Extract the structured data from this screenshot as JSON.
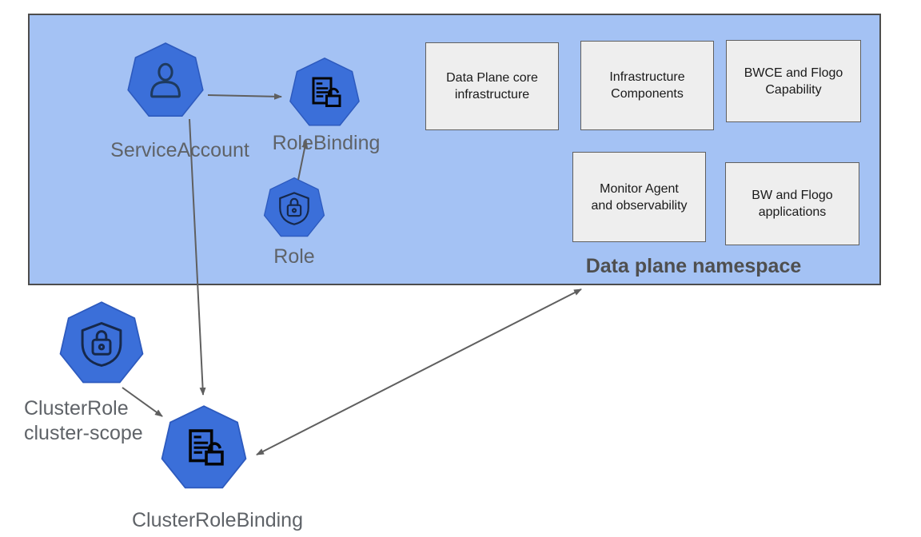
{
  "colors": {
    "namespace_fill": "#a4c2f4",
    "namespace_border": "#4d4d4d",
    "node_fill": "#3b6fd9",
    "node_border": "#2d5abe",
    "box_fill": "#eeeeee",
    "box_border": "#5f5f5f",
    "arrow": "#5f5f5f",
    "label_text": "#5f6368",
    "box_text": "#1a1a1a",
    "title_text": "#4f4f4f",
    "person_icon_stroke": "#1e3a5f",
    "shield_icon_stroke": "#16284a",
    "document_icon_stroke": "#050505"
  },
  "namespace": {
    "title": "Data plane namespace",
    "boxes": [
      {
        "line1": "Data Plane core",
        "line2": "infrastructure"
      },
      {
        "line1": "Infrastructure",
        "line2": "Components"
      },
      {
        "line1": "BWCE and Flogo",
        "line2": "Capability"
      },
      {
        "line1": "Monitor Agent",
        "line2": "and observability"
      },
      {
        "line1": "BW and Flogo",
        "line2": "applications"
      }
    ]
  },
  "nodes": {
    "service_account": {
      "label": "ServiceAccount",
      "icon": "person-icon"
    },
    "role_binding": {
      "label": "RoleBinding",
      "icon": "document-unlock-icon"
    },
    "role": {
      "label": "Role",
      "icon": "shield-lock-icon"
    },
    "cluster_role": {
      "label_line1": "ClusterRole",
      "label_line2": "cluster-scope",
      "icon": "shield-lock-icon"
    },
    "cluster_role_binding": {
      "label": "ClusterRoleBinding",
      "icon": "document-unlock-icon"
    }
  },
  "edges": [
    {
      "from": "ServiceAccount",
      "to": "RoleBinding",
      "style": "arrow"
    },
    {
      "from": "Role",
      "to": "RoleBinding",
      "style": "arrow"
    },
    {
      "from": "ServiceAccount",
      "to": "ClusterRoleBinding",
      "style": "arrow"
    },
    {
      "from": "ClusterRole",
      "to": "ClusterRoleBinding",
      "style": "arrow"
    },
    {
      "from": "ClusterRoleBinding",
      "to": "Data plane namespace",
      "style": "double-arrow"
    }
  ]
}
